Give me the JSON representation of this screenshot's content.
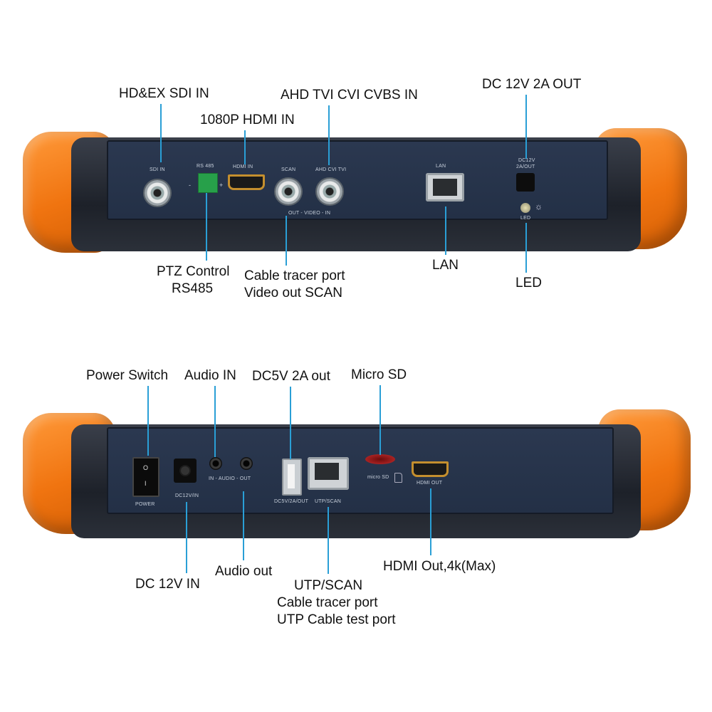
{
  "top_panel": {
    "callouts": {
      "sdi": "HD&EX SDI IN",
      "hdmi_in": "1080P HDMI IN",
      "analog": "AHD TVI CVI CVBS IN",
      "dc_out": "DC 12V 2A OUT",
      "ptz_line1": "PTZ Control",
      "ptz_line2": "RS485",
      "cable_line1": "Cable tracer port",
      "cable_line2": "Video out SCAN",
      "lan": "LAN",
      "led": "LED"
    },
    "silkscreen": {
      "sdi": "SDI IN",
      "rs485": "RS 485",
      "hdmi": "HDMI IN",
      "scan": "SCAN",
      "ahd": "AHD  CVI  TVI",
      "out_video_in": "OUT - VIDEO - IN",
      "lan": "LAN",
      "dc12v": "DC12V",
      "dc_2a_out": "2A/OUT",
      "led": "LED",
      "minus": "-",
      "plus": "+"
    }
  },
  "bottom_panel": {
    "callouts": {
      "power": "Power Switch",
      "audio_in": "Audio IN",
      "dc5v": "DC5V 2A out",
      "micro_sd": "Micro SD",
      "dc_in": "DC 12V IN",
      "audio_out": "Audio out",
      "utp_line1": "UTP/SCAN",
      "utp_line2": "Cable tracer port",
      "utp_line3": "UTP Cable test port",
      "hdmi_out": "HDMI Out,4k(Max)"
    },
    "silkscreen": {
      "power": "POWER",
      "dc12v_in": "DC12V/IN",
      "audio": "IN - AUDIO - OUT",
      "usb": "DC5V/2A/OUT",
      "utp": "UTP/SCAN",
      "micro_sd": "micro SD",
      "hdmi_out": "HDMI OUT",
      "power_on": "O",
      "power_off": "I"
    }
  },
  "colors": {
    "leader_line": "#2a9fd6",
    "bumper": "#f07410",
    "panel": "#263349"
  }
}
